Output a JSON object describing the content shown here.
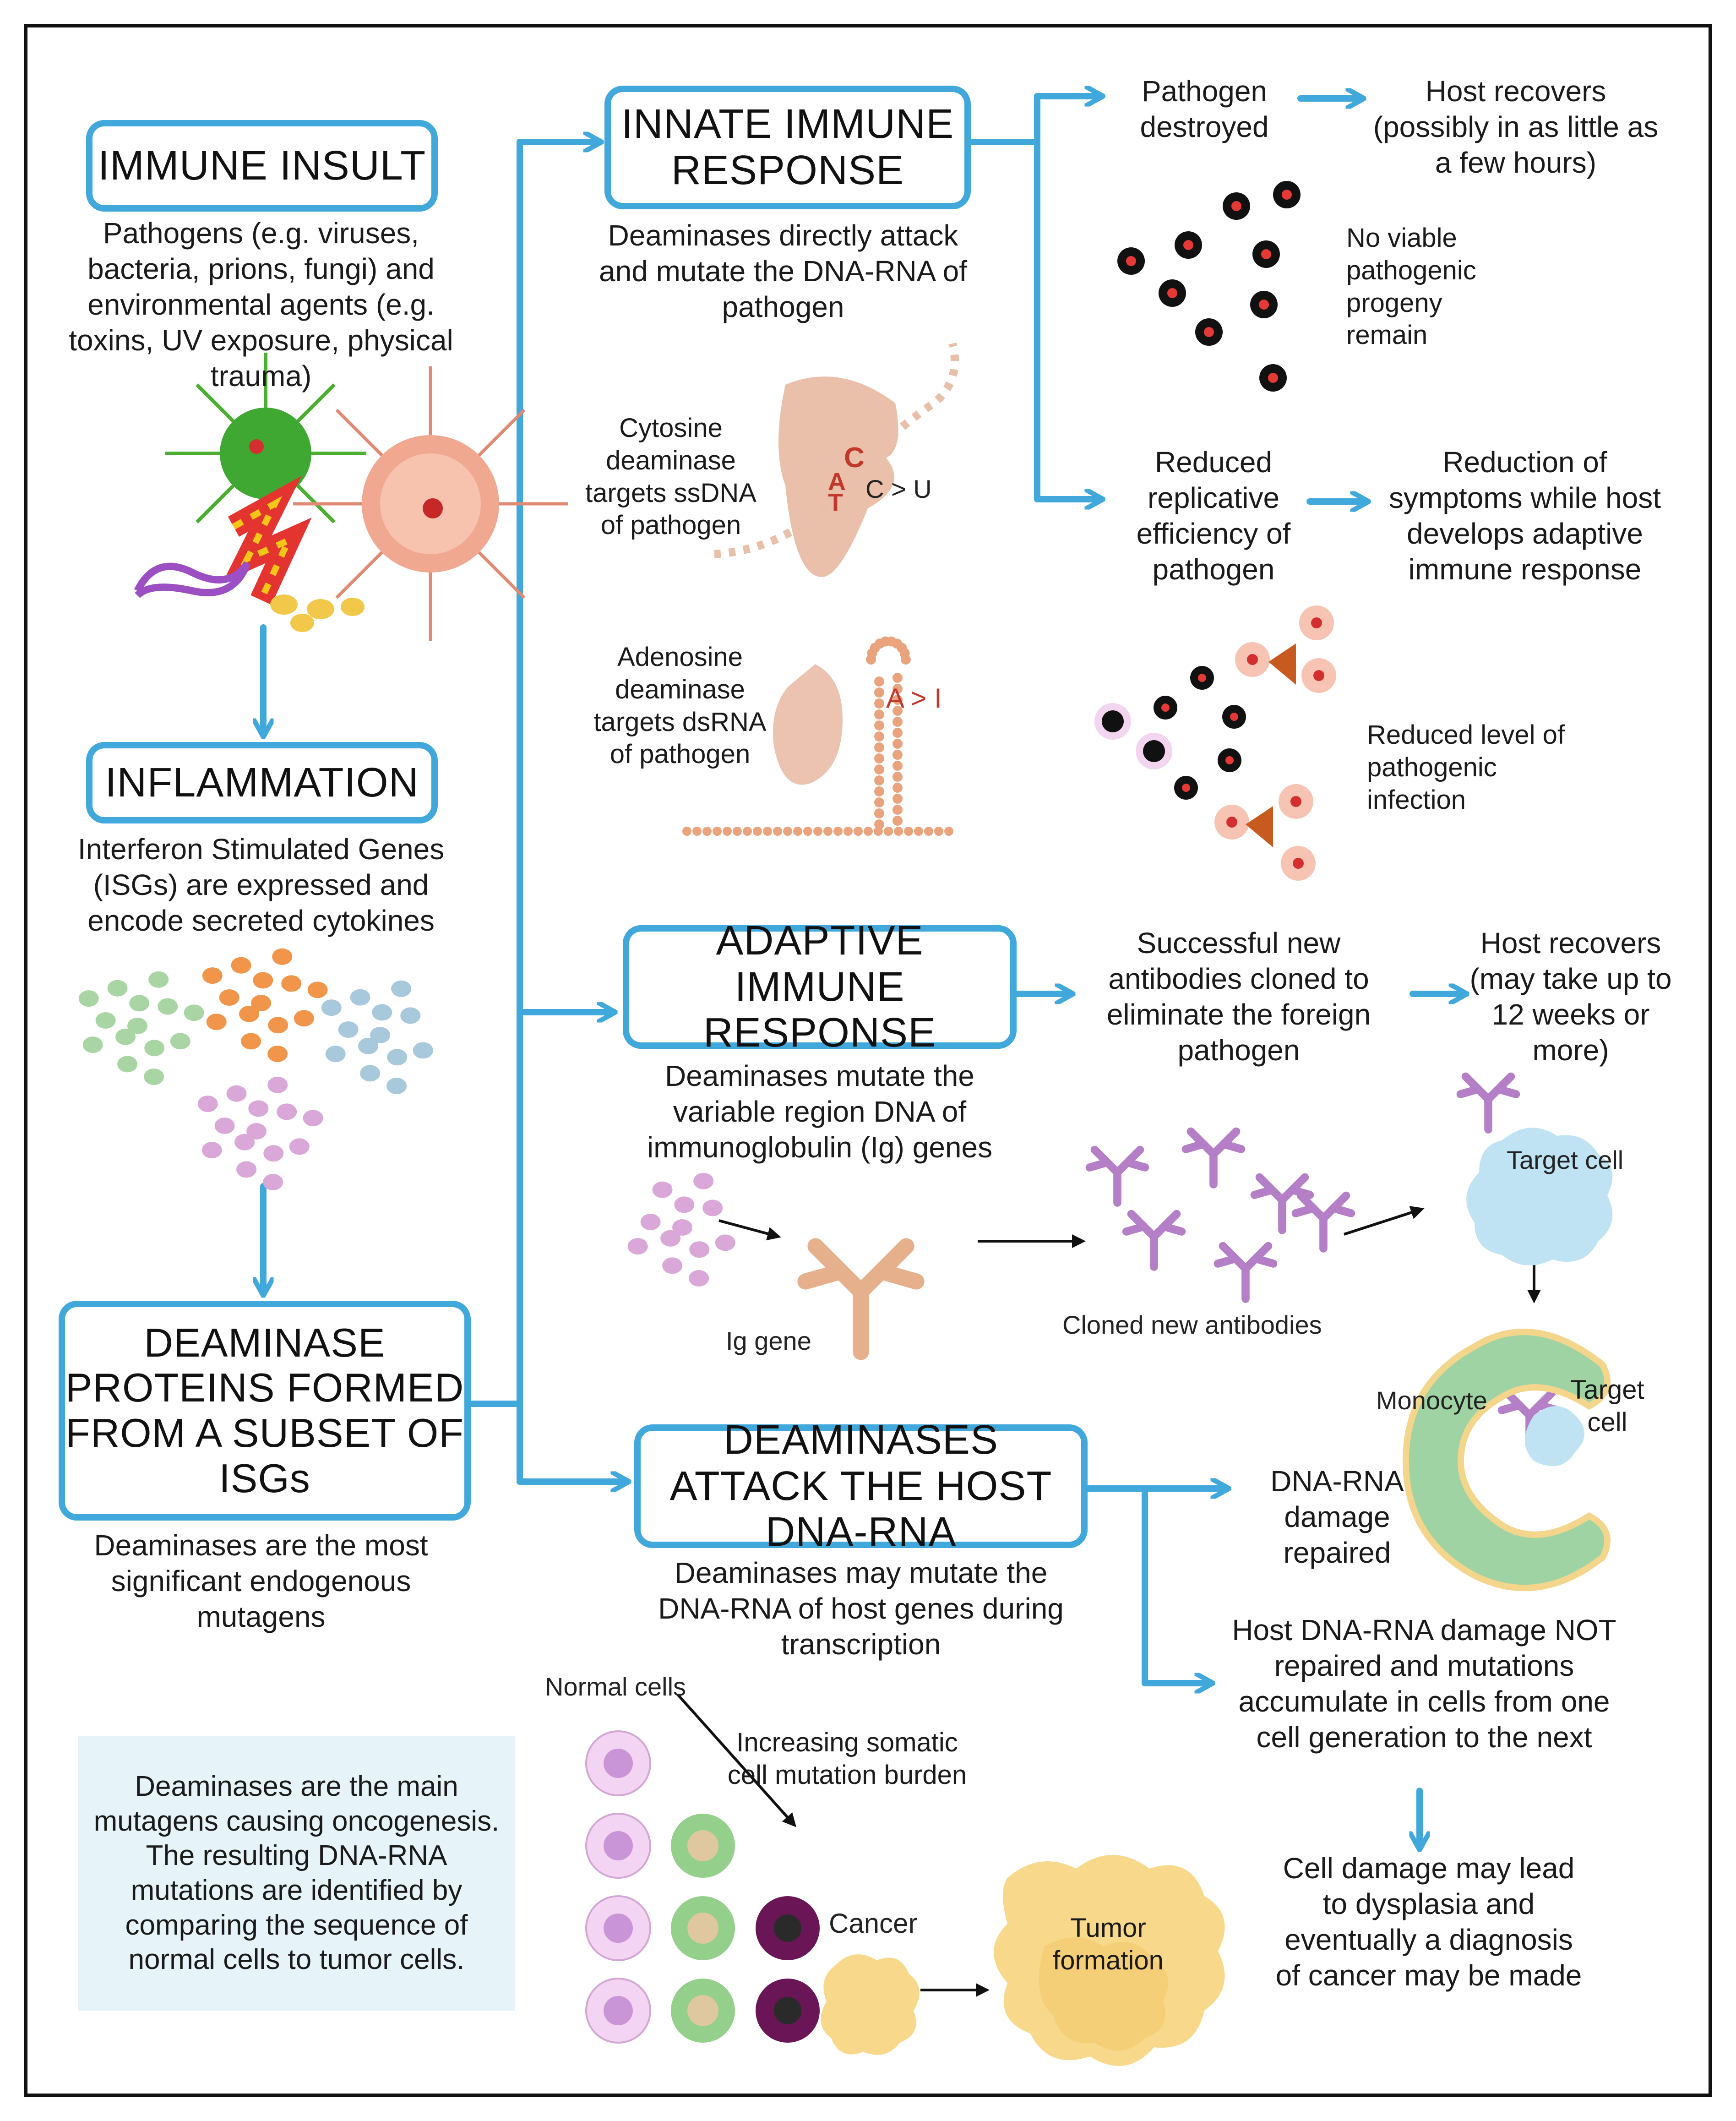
{
  "boxes": {
    "immune_insult": "IMMUNE INSULT",
    "inflammation": "INFLAMMATION",
    "deaminase_proteins": "DEAMINASE PROTEINS FORMED FROM A SUBSET OF ISGs",
    "innate": "INNATE IMMUNE RESPONSE",
    "adaptive": "ADAPTIVE IMMUNE RESPONSE",
    "attack": "DEAMINASES ATTACK THE HOST DNA-RNA"
  },
  "text": {
    "pathogens": "Pathogens (e.g. viruses, bacteria, prions, fungi) and environmental agents (e.g. toxins, UV exposure, physical trauma)",
    "isgs": "Interferon Stimulated Genes (ISGs) are expressed and encode secreted cytokines",
    "endogenous": "Deaminases are the most significant endogenous mutagens",
    "oncogenesis": "Deaminases are the main mutagens causing oncogenesis. The resulting DNA-RNA mutations are identified by comparing the sequence of normal cells to tumor cells.",
    "innate_desc": "Deaminases directly attack and mutate the DNA-RNA of pathogen",
    "cytosine": "Cytosine deaminase targets ssDNA of pathogen",
    "c_to_u": "C > U",
    "adenosine": "Adenosine deaminase targets dsRNA of pathogen",
    "a_to_i": "A > I",
    "adaptive_desc": "Deaminases mutate the variable region DNA of immunoglobulin (Ig) genes",
    "ig_gene": "Ig gene",
    "cloned": "Cloned new antibodies",
    "attack_desc": "Deaminases may mutate the DNA-RNA of host genes during transcription",
    "normal_cells": "Normal cells",
    "somatic": "Increasing somatic cell mutation burden",
    "cancer": "Cancer",
    "tumor": "Tumor formation",
    "path_destroyed": "Pathogen destroyed",
    "host_recovers_hours": "Host recovers (possibly in as little as a few hours)",
    "no_viable": "No viable pathogenic progeny remain",
    "reduced_rep": "Reduced replicative efficiency of pathogen",
    "reduction_symptoms": "Reduction of symptoms while host develops adaptive immune response",
    "reduced_level": "Reduced level of pathogenic infection",
    "successful": "Successful new antibodies cloned to eliminate the foreign pathogen",
    "host_recovers_weeks": "Host recovers (may take up to 12 weeks or more)",
    "target_cell": "Target cell",
    "monocyte": "Monocyte",
    "target_cell2": "Target cell",
    "damage_repaired": "DNA-RNA damage repaired",
    "not_repaired": "Host DNA-RNA damage NOT repaired and mutations accumulate in cells from one cell generation to the next",
    "dysplasia": "Cell damage may lead to dysplasia and eventually a diagnosis of cancer may be made"
  },
  "colors": {
    "box_border": "#41a8dc",
    "arrow": "#41a8dc",
    "note_bg": "#e6f3f8",
    "mutation_red": "#c0392b"
  },
  "icons": [
    "virus-icon",
    "bacteria-icon",
    "prion-icon",
    "cytokine-cluster-icon",
    "ssdna-icon",
    "dsrna-icon",
    "pathogen-dot-icon",
    "antibody-icon",
    "target-cell-icon",
    "monocyte-icon",
    "normal-cell-icon",
    "mutated-cell-icon",
    "cancer-cell-icon",
    "tumor-icon"
  ]
}
